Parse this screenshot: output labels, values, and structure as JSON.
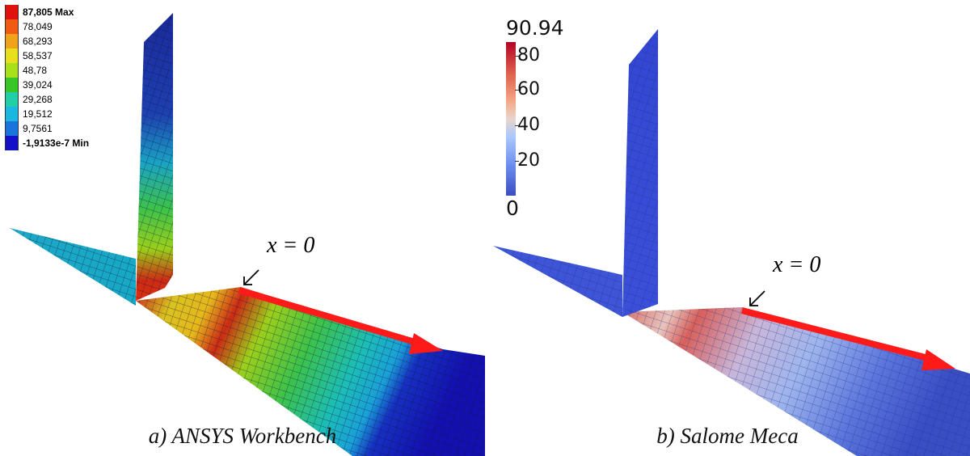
{
  "panel_a": {
    "caption": "a) ANSYS Workbench",
    "legend": [
      {
        "label": "87,805 Max",
        "color": "#e0120e",
        "bold": true
      },
      {
        "label": "78,049",
        "color": "#f05a12"
      },
      {
        "label": "68,293",
        "color": "#f0a21a"
      },
      {
        "label": "58,537",
        "color": "#e8df1c"
      },
      {
        "label": "48,78",
        "color": "#a8e01a"
      },
      {
        "label": "39,024",
        "color": "#36c625"
      },
      {
        "label": "29,268",
        "color": "#20cfa8"
      },
      {
        "label": "19,512",
        "color": "#1ab7e0"
      },
      {
        "label": "9,7561",
        "color": "#1a74dd"
      },
      {
        "label": "-1,9133e-7 Min",
        "color": "#1410c8",
        "bold": true
      }
    ],
    "annotation": "x = 0"
  },
  "panel_b": {
    "caption": "b) Salome Meca",
    "colorbar": {
      "max": "90.94",
      "min": "0",
      "ticks": [
        "80",
        "60",
        "40",
        "20"
      ]
    },
    "annotation": "x = 0"
  },
  "colors": {
    "arrow": "#ff1a1a",
    "mesh_blue_a": "#1a22b8",
    "mesh_blue_b": "#3346d2"
  }
}
